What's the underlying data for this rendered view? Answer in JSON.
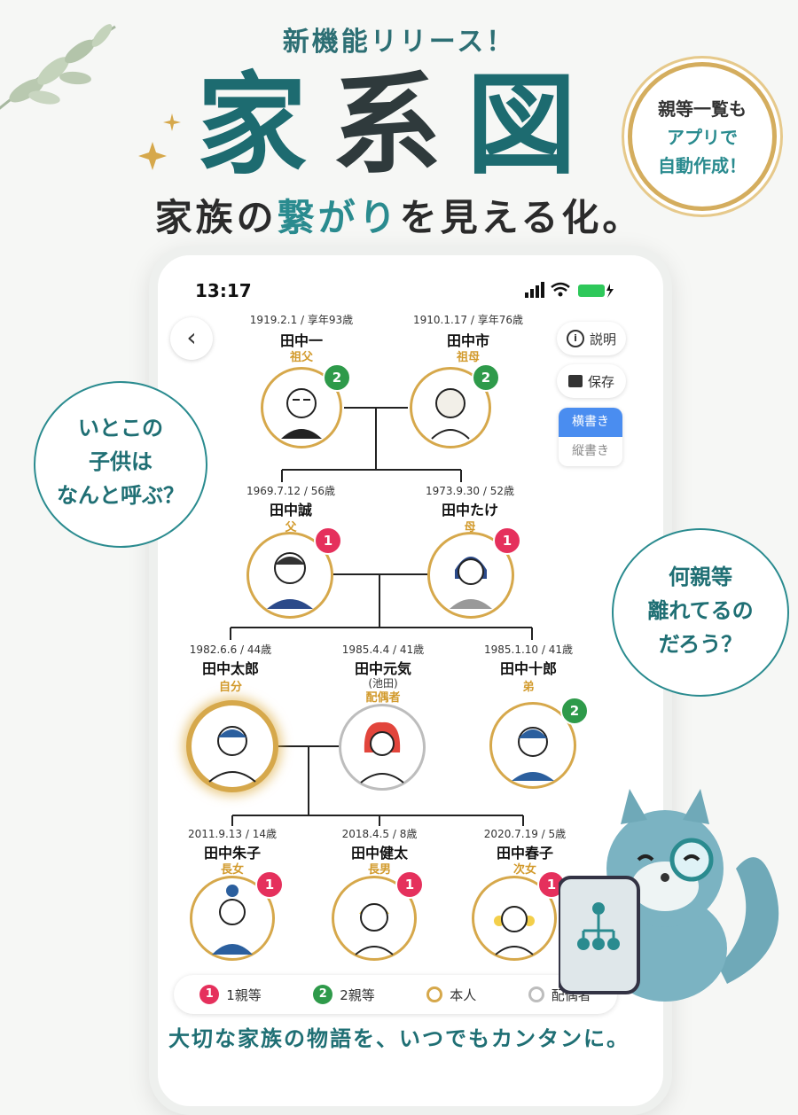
{
  "header": {
    "new_feature": "新機能リリース！",
    "title_1": "家",
    "title_2": "系",
    "title_3": "図",
    "subtitle_pre": "家族の",
    "subtitle_hl": "繋がり",
    "subtitle_post": "を見える化。"
  },
  "badge": {
    "line1": "親等一覧も",
    "line2": "アプリで",
    "line3": "自動作成！"
  },
  "status_bar": {
    "time": "13:17"
  },
  "buttons": {
    "back": "‹",
    "explain": "説明",
    "save": "保存",
    "horizontal": "横書き",
    "vertical": "縦書き"
  },
  "tree": {
    "grandfather": {
      "date": "1919.2.1 / 享年93歳",
      "name": "田中一",
      "role": "祖父",
      "degree": "2"
    },
    "grandmother": {
      "date": "1910.1.17 / 享年76歳",
      "name": "田中市",
      "role": "祖母",
      "degree": "2"
    },
    "father": {
      "date": "1969.7.12 / 56歳",
      "name": "田中誠",
      "role": "父",
      "degree": "1"
    },
    "mother": {
      "date": "1973.9.30 / 52歳",
      "name": "田中たけ",
      "role": "母",
      "degree": "1"
    },
    "self": {
      "date": "1982.6.6 / 44歳",
      "name": "田中太郎",
      "role": "自分"
    },
    "spouse": {
      "date": "1985.4.4 / 41歳",
      "name": "田中元気",
      "maiden": "(池田)",
      "role": "配偶者"
    },
    "brother": {
      "date": "1985.1.10 / 41歳",
      "name": "田中十郎",
      "role": "弟",
      "degree": "2"
    },
    "daughter1": {
      "date": "2011.9.13 / 14歳",
      "name": "田中朱子",
      "role": "長女",
      "degree": "1"
    },
    "son": {
      "date": "2018.4.5 / 8歳",
      "name": "田中健太",
      "role": "長男",
      "degree": "1"
    },
    "daughter2": {
      "date": "2020.7.19 / 5歳",
      "name": "田中春子",
      "role": "次女",
      "degree": "1"
    }
  },
  "legend": {
    "d1_num": "1",
    "d1_label": "1親等",
    "d2_num": "2",
    "d2_label": "2親等",
    "self_label": "本人",
    "spouse_label": "配偶者"
  },
  "bubbles": {
    "left": [
      "いとこの",
      "子供は",
      "なんと呼ぶ？"
    ],
    "right": [
      "何親等",
      "離れてるの",
      "だろう？"
    ]
  },
  "footer": "大切な家族の物語を、いつでもカンタンに。",
  "colors": {
    "teal": "#2a8b8f",
    "gold": "#d6a84b",
    "degree1": "#e5305c",
    "degree2": "#2e9a4a",
    "toggle_active": "#4a8df0"
  }
}
